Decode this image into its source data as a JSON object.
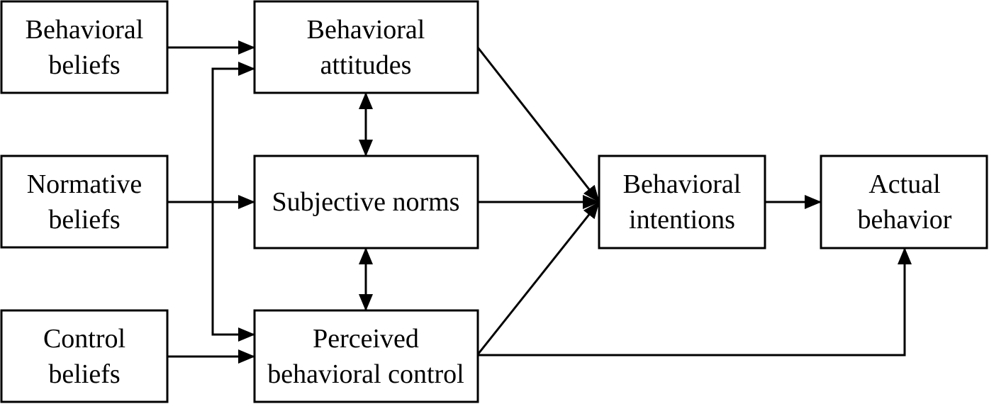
{
  "nodes": {
    "behavioral_beliefs": {
      "line1": "Behavioral",
      "line2": "beliefs"
    },
    "normative_beliefs": {
      "line1": "Normative",
      "line2": "beliefs"
    },
    "control_beliefs": {
      "line1": "Control",
      "line2": "beliefs"
    },
    "behavioral_attitudes": {
      "line1": "Behavioral",
      "line2": "attitudes"
    },
    "subjective_norms": {
      "line1": "Subjective norms"
    },
    "perceived_behavioral_control": {
      "line1": "Perceived",
      "line2": "behavioral control"
    },
    "behavioral_intentions": {
      "line1": "Behavioral",
      "line2": "intentions"
    },
    "actual_behavior": {
      "line1": "Actual",
      "line2": "behavior"
    }
  },
  "edges": [
    {
      "from": "behavioral_beliefs",
      "to": "behavioral_attitudes",
      "direction": "forward"
    },
    {
      "from": "normative_beliefs",
      "to": "subjective_norms",
      "direction": "forward"
    },
    {
      "from": "normative_beliefs",
      "to": "behavioral_attitudes",
      "direction": "forward"
    },
    {
      "from": "normative_beliefs",
      "to": "perceived_behavioral_control",
      "direction": "forward"
    },
    {
      "from": "control_beliefs",
      "to": "perceived_behavioral_control",
      "direction": "forward"
    },
    {
      "from": "behavioral_attitudes",
      "to": "subjective_norms",
      "direction": "bidirectional"
    },
    {
      "from": "subjective_norms",
      "to": "perceived_behavioral_control",
      "direction": "bidirectional"
    },
    {
      "from": "behavioral_attitudes",
      "to": "behavioral_intentions",
      "direction": "forward"
    },
    {
      "from": "subjective_norms",
      "to": "behavioral_intentions",
      "direction": "forward"
    },
    {
      "from": "perceived_behavioral_control",
      "to": "behavioral_intentions",
      "direction": "forward"
    },
    {
      "from": "behavioral_intentions",
      "to": "actual_behavior",
      "direction": "forward"
    },
    {
      "from": "perceived_behavioral_control",
      "to": "actual_behavior",
      "direction": "forward"
    }
  ],
  "colors": {
    "stroke": "#000000",
    "background": "#ffffff",
    "text": "#000000"
  }
}
